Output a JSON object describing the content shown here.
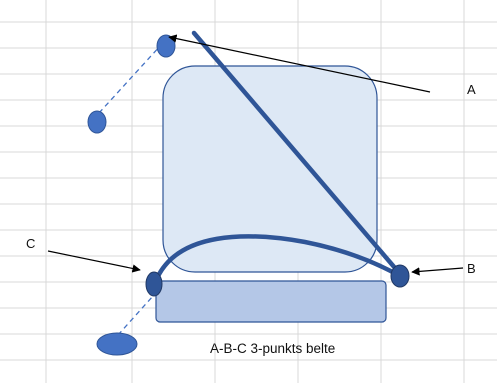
{
  "labels": {
    "a": "A",
    "b": "B",
    "c": "C"
  },
  "caption": "A-B-C 3-punkts belte",
  "colors": {
    "gridline": "#d9d9d9",
    "seat_back_fill": "#dde8f5",
    "seat_base_fill": "#b4c7e7",
    "shape_border": "#2f5597",
    "belt": "#2f5597",
    "anchor_fill": "#4472c4",
    "anchor_dark": "#2f5597",
    "dashed_line": "#4472c4",
    "arrow": "#000000"
  }
}
